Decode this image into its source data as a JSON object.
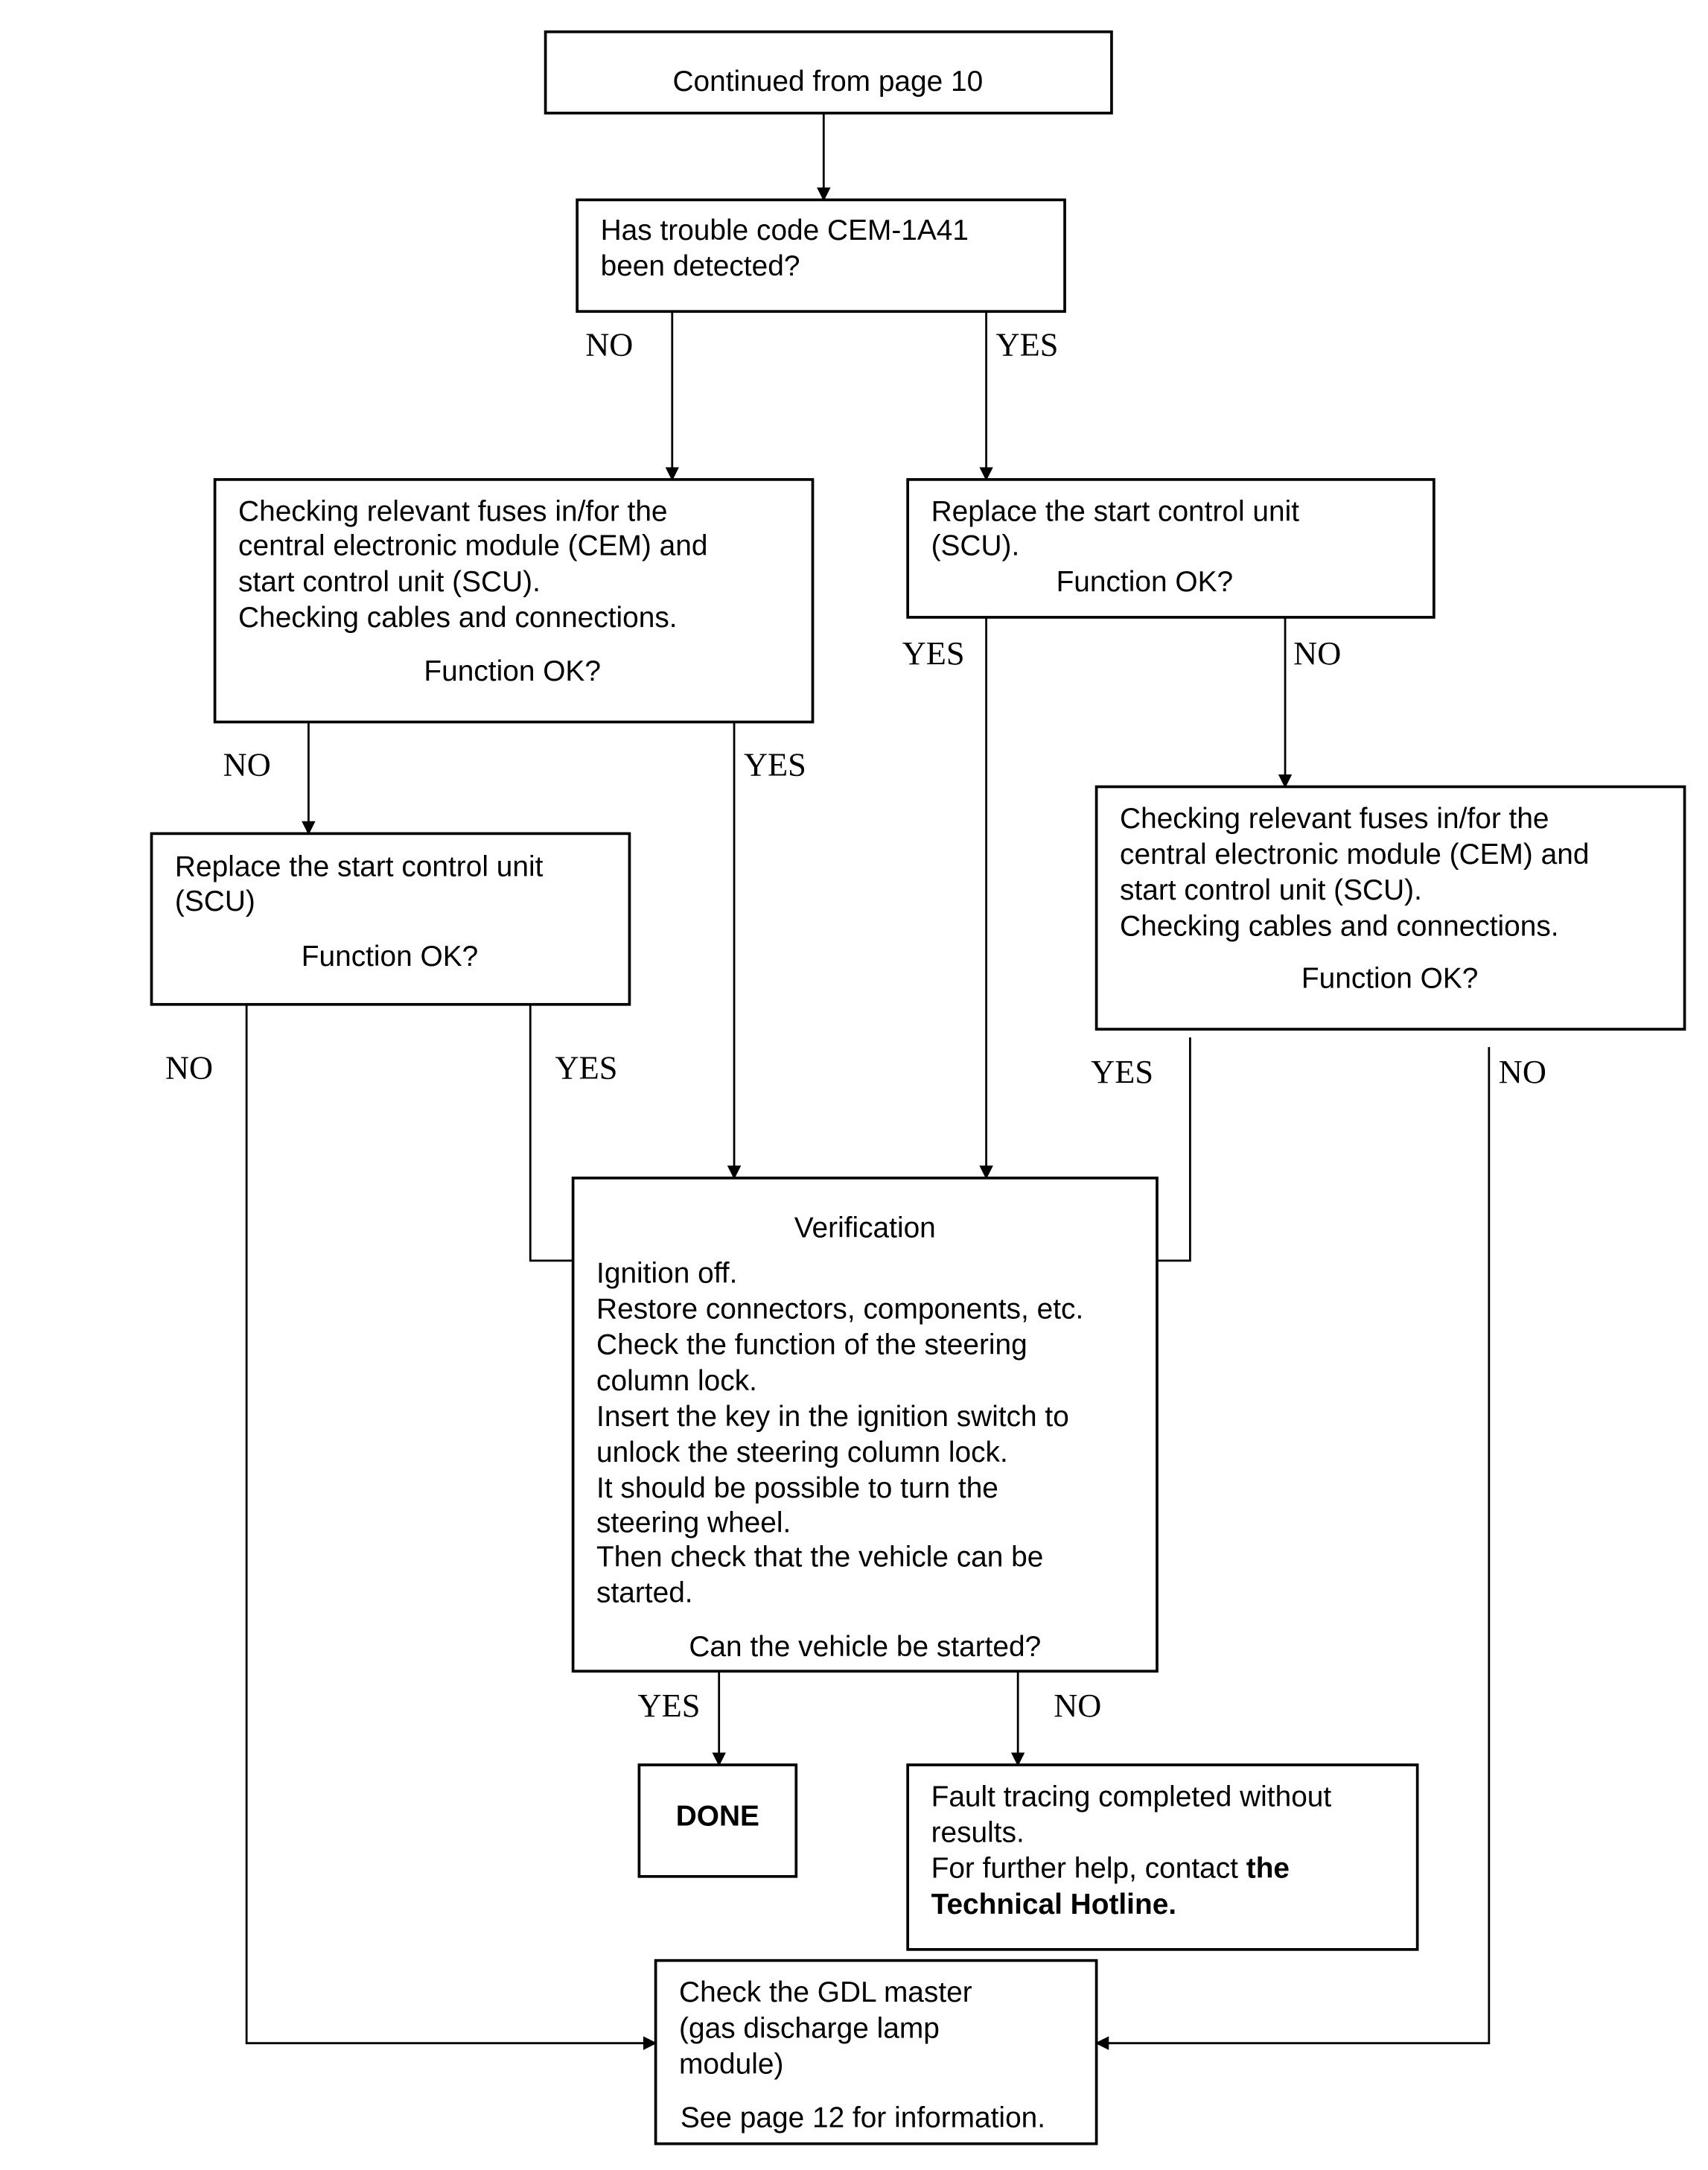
{
  "start": {
    "text": "Continued from page 10"
  },
  "q1": {
    "lines": [
      "Has trouble code CEM-1A41",
      "been detected?"
    ]
  },
  "q1_no": "NO",
  "q1_yes": "YES",
  "check_left": {
    "lines": [
      "Checking relevant fuses in/for the",
      "central electronic module (CEM) and",
      "start control unit (SCU).",
      "Checking cables and connections."
    ],
    "question": "Function OK?"
  },
  "replace_right": {
    "lines": [
      "Replace the start control unit",
      "(SCU)."
    ],
    "question": "Function OK?"
  },
  "replace_right_yes": "YES",
  "replace_right_no": "NO",
  "check_right": {
    "lines": [
      "Checking relevant fuses in/for the",
      "central electronic module (CEM) and",
      "start control unit (SCU).",
      "Checking cables and connections."
    ],
    "question": "Function OK?"
  },
  "check_left_no": "NO",
  "check_left_yes": "YES",
  "replace_left": {
    "lines": [
      "Replace the start control unit",
      "(SCU)"
    ],
    "question": "Function OK?"
  },
  "replace_left_no": "NO",
  "replace_left_yes": "YES",
  "check_right_yes": "YES",
  "check_right_no": "NO",
  "verification": {
    "title": "Verification",
    "lines": [
      "Ignition off.",
      "Restore connectors, components, etc.",
      "Check the function of the steering",
      "column lock.",
      "Insert the key in the ignition switch to",
      "unlock the steering column lock.",
      "It should be possible to turn the",
      "steering wheel.",
      "Then check that the vehicle can be",
      "started."
    ],
    "question": "Can the vehicle be started?"
  },
  "verification_yes": "YES",
  "verification_no": "NO",
  "done": {
    "text": "DONE"
  },
  "fault": {
    "line1": "Fault tracing completed without",
    "line2": "results.",
    "line3a": "For further help, contact ",
    "line3b": "the",
    "line4": "Technical Hotline."
  },
  "gdl": {
    "lines": [
      "Check the GDL master",
      "(gas discharge lamp",
      "module)"
    ],
    "see": "See page 12 for information."
  }
}
